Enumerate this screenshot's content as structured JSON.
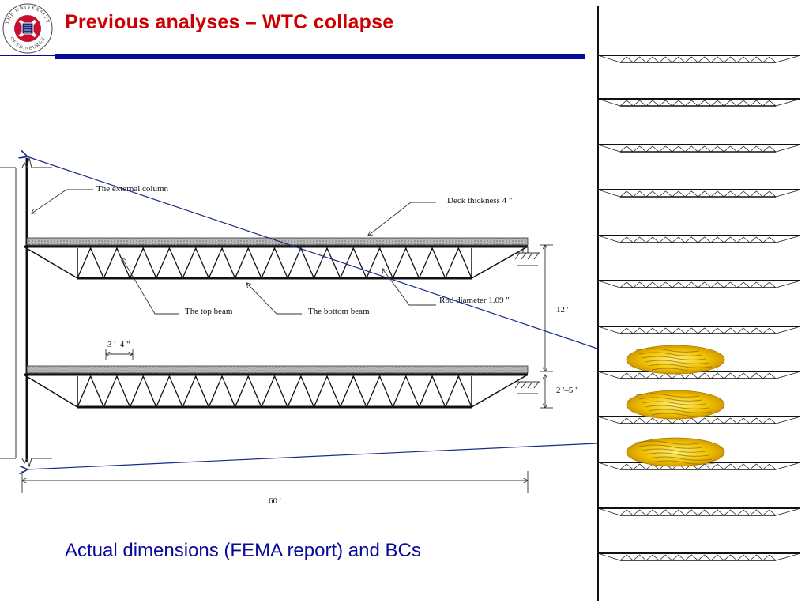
{
  "slide": {
    "title": "Previous analyses – WTC collapse",
    "caption": "Actual dimensions (FEMA report) and BCs"
  },
  "logo": {
    "text_top": "THE UNIVERSITY",
    "text_bottom": "OF EDINBURGH"
  },
  "drawing": {
    "labels": {
      "external_column": "The external column",
      "deck_thickness": "Deck thickness  4 \"",
      "top_beam": "The top beam",
      "bottom_beam": "The bottom beam",
      "rod_diameter": "Rod  diameter  1.09 \"",
      "floor_height": "12 '",
      "truss_depth": "2 '–5 \"",
      "panel_width": "3 '–4 \"",
      "span": "60 '"
    }
  },
  "colors": {
    "title": "#cc0000",
    "rule": "#0a0a9a",
    "caption": "#0a0a9a",
    "pointer_lines": "#1a2a8a",
    "fire": "#f2c200"
  }
}
